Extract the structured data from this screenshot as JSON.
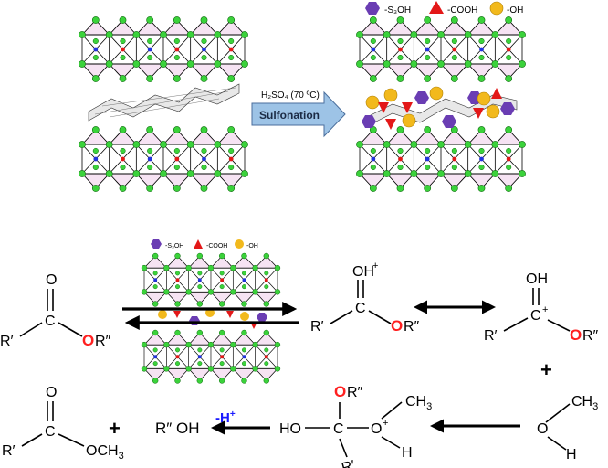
{
  "top": {
    "legend": {
      "sulfonic": "-S₃OH",
      "carboxyl": "-COOH",
      "hydroxyl": "-OH"
    },
    "arrow": {
      "condition": "H₂SO₄ (70 ºC)",
      "label": "Sulfonation"
    }
  },
  "bottom": {
    "legend": {
      "sulfonic": "-S₃OH",
      "carboxyl": "-COOH",
      "hydroxyl": "-OH"
    },
    "ester": {
      "o_top": "O",
      "c": "C",
      "r1": "R′",
      "o_red": "O",
      "r2": "R″"
    },
    "protonated": {
      "oh_plus": "OH",
      "plus_sup": "+",
      "c": "C",
      "r1": "R′",
      "o_red": "O",
      "r2": "R″"
    },
    "carbocation": {
      "oh": "OH",
      "c": "C",
      "plus_sup": "+",
      "r1": "R′",
      "o_red": "O",
      "r2": "R″"
    },
    "methanol": {
      "o": "O",
      "ch3": "CH",
      "ch3_sub": "3",
      "h": "H"
    },
    "tetrahedral": {
      "ho": "HO",
      "c": "C",
      "o_red": "O",
      "r2": "R″",
      "o_plus": "O",
      "plus_sup": "+",
      "ch3": "CH",
      "ch3_sub": "3",
      "h": "H",
      "r1": "R′"
    },
    "deprotonation": {
      "label": "-H",
      "plus_sup": "+"
    },
    "alcohol": "R″ OH",
    "methyl_ester": {
      "o_top": "O",
      "c": "C",
      "r1": "R′",
      "och3": "OCH",
      "och3_sub": "3"
    },
    "plus_signs": [
      "+",
      "+"
    ]
  },
  "colors": {
    "green_node": "#3bd23b",
    "green_stroke": "#0b6b0b",
    "purple": "#6a3db3",
    "red": "#e31818",
    "yellow": "#f2b91c",
    "arrow_blue": "#9dc3e6",
    "red_oxygen": "#ff2020",
    "blue_text": "#1a1aff"
  }
}
